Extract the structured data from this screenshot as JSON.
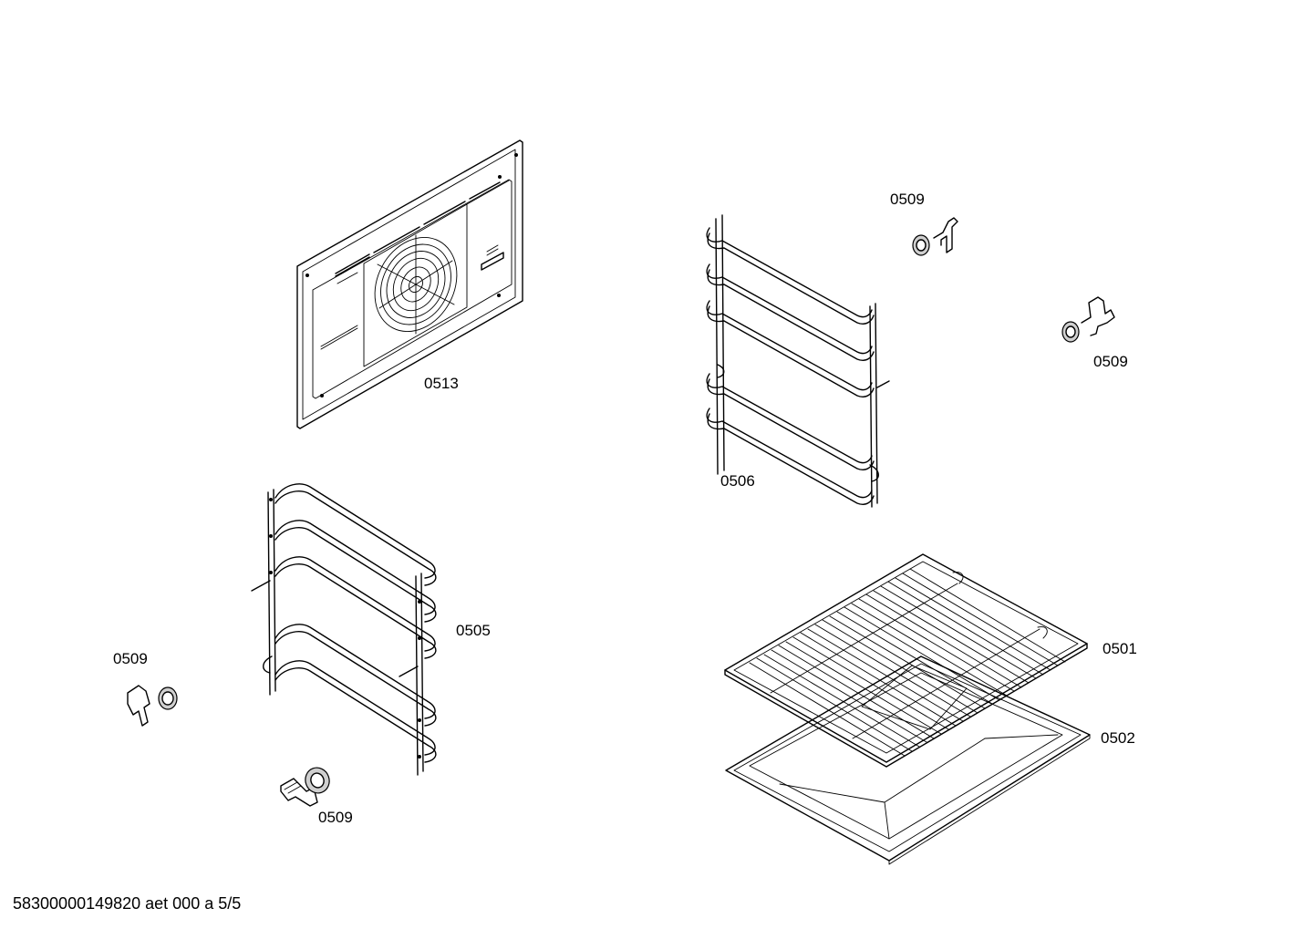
{
  "diagram": {
    "parts": [
      {
        "id": "0513",
        "label": "0513",
        "icon": "fan-back-panel-icon"
      },
      {
        "id": "0509a",
        "label": "0509",
        "icon": "clip-and-knob-icon"
      },
      {
        "id": "0509b",
        "label": "0509",
        "icon": "clip-and-knob-icon"
      },
      {
        "id": "0506",
        "label": "0506",
        "icon": "side-rack-right-icon"
      },
      {
        "id": "0505",
        "label": "0505",
        "icon": "side-rack-left-icon"
      },
      {
        "id": "0509c",
        "label": "0509",
        "icon": "clip-and-knob-icon"
      },
      {
        "id": "0509d",
        "label": "0509",
        "icon": "clip-and-knob-icon"
      },
      {
        "id": "0501",
        "label": "0501",
        "icon": "wire-grid-shelf-icon"
      },
      {
        "id": "0502",
        "label": "0502",
        "icon": "baking-tray-icon"
      }
    ],
    "footer": "58300000149820 aet 000 a 5/5"
  }
}
